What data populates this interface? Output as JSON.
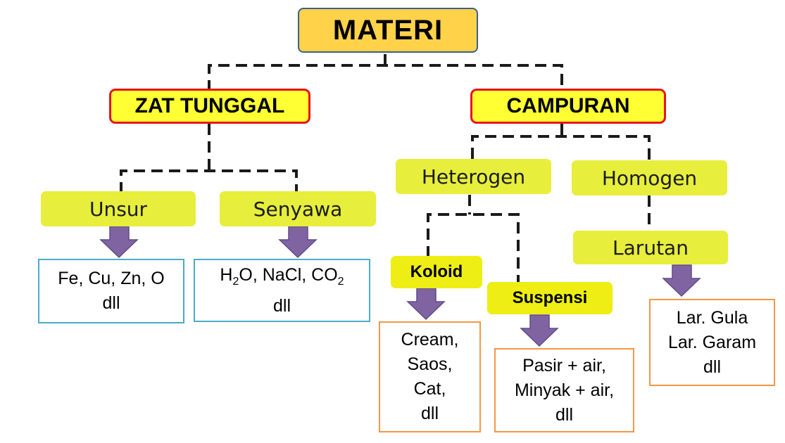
{
  "root": {
    "label": "MATERI"
  },
  "categories": {
    "zat_tunggal": {
      "label": "ZAT TUNGGAL"
    },
    "campuran": {
      "label": "CAMPURAN"
    }
  },
  "subcategories": {
    "unsur": {
      "label": "Unsur"
    },
    "senyawa": {
      "label": "Senyawa"
    },
    "heterogen": {
      "label": "Heterogen"
    },
    "homogen": {
      "label": "Homogen"
    },
    "larutan": {
      "label": "Larutan"
    },
    "koloid": {
      "label": "Koloid"
    },
    "suspensi": {
      "label": "Suspensi"
    }
  },
  "examples": {
    "unsur": {
      "lines": [
        "Fe, Cu, Zn, O",
        "dll"
      ]
    },
    "senyawa": {
      "line1": {
        "h": "H",
        "two_a": "2",
        "mid": "O, NaCl, CO",
        "two_b": "2"
      },
      "line2": "dll"
    },
    "koloid": {
      "lines": [
        "Cream,",
        "Saos,",
        "Cat,",
        "dll"
      ]
    },
    "suspensi": {
      "lines": [
        "Pasir + air,",
        "Minyak + air,",
        "dll"
      ]
    },
    "larutan": {
      "lines": [
        "Lar. Gula",
        "Lar. Garam",
        "dll"
      ]
    }
  },
  "colors": {
    "root_fill": "#FFD24A",
    "category_fill": "#FFFF33",
    "category_border": "#E8131B",
    "sub_fill": "#E7EE3C",
    "arrow": "#8064A2",
    "blue_border": "#4BACC6",
    "orange_border": "#F79646"
  }
}
